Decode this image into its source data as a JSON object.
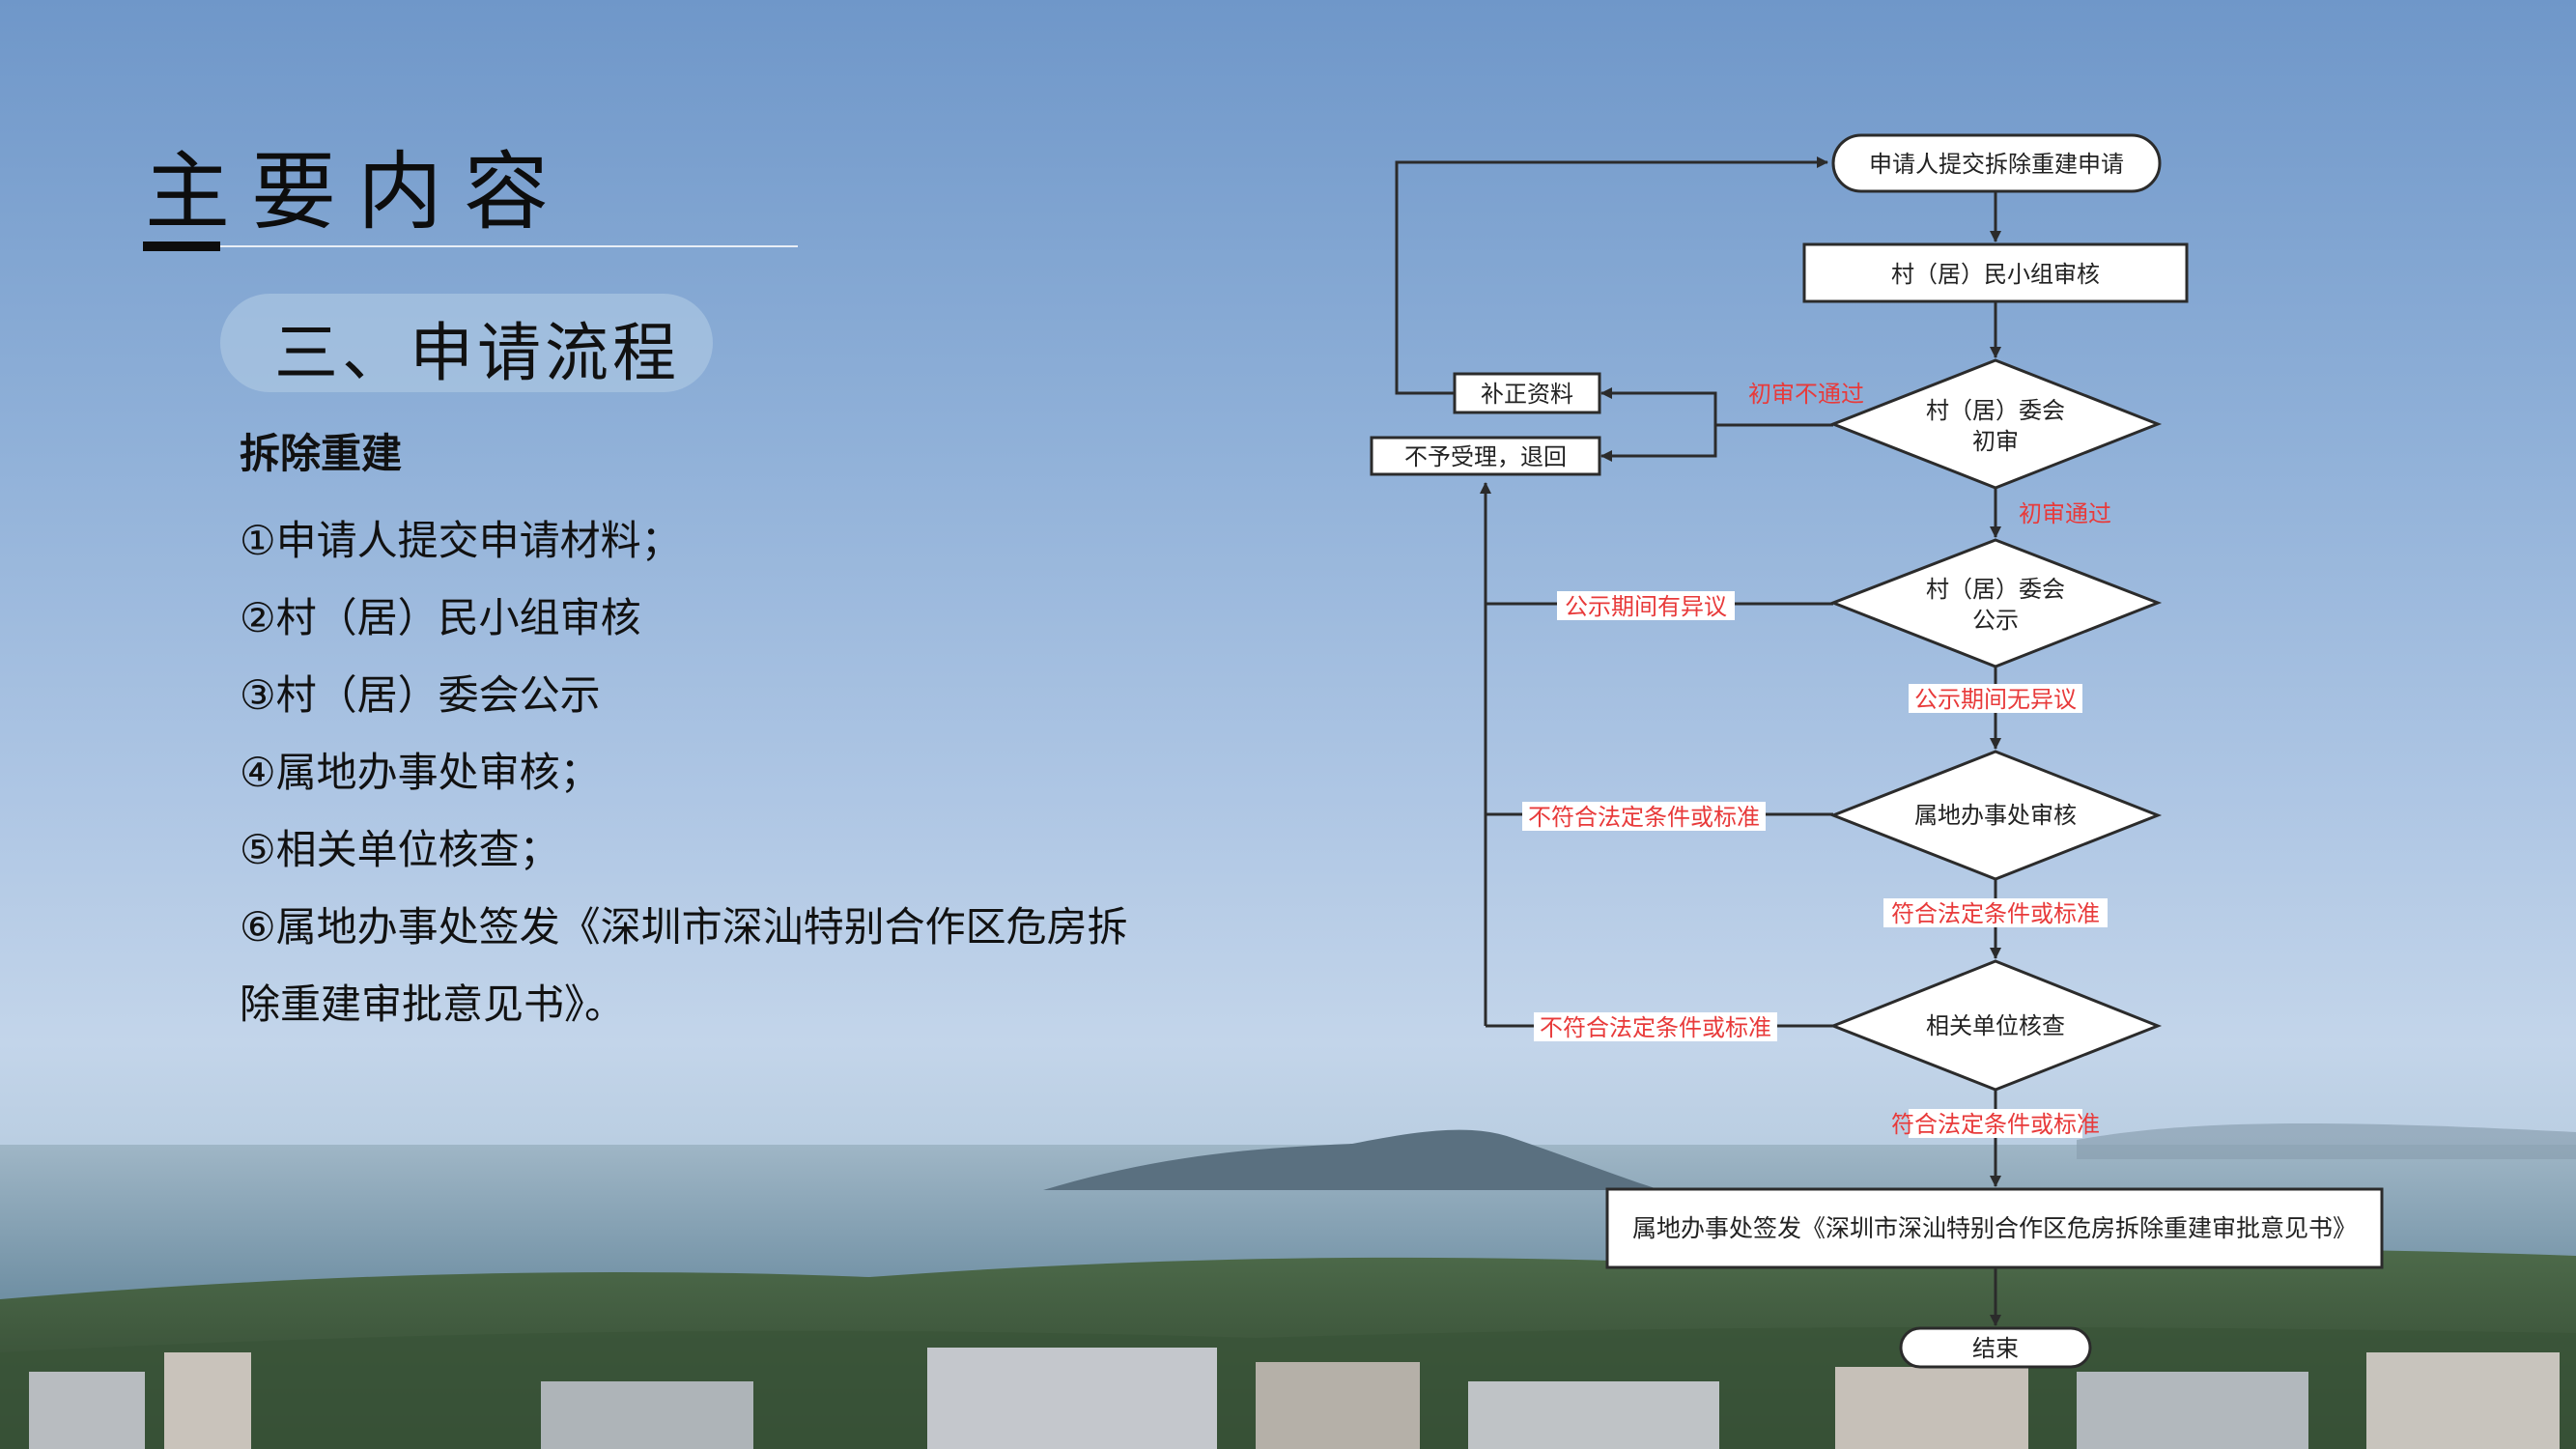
{
  "page": {
    "title": "主要内容",
    "subtitle": "三、申请流程",
    "section_label": "拆除重建",
    "steps": [
      "①申请人提交申请材料；",
      "②村（居）民小组审核",
      "③村（居）委会公示",
      "④属地办事处审核；",
      "⑤相关单位核查；",
      "⑥属地办事处签发《深圳市深汕特别合作区危房拆除重建审批意见书》。"
    ]
  },
  "flowchart": {
    "nodes": {
      "start": "申请人提交拆除重建申请",
      "group_review": "村（居）民小组审核",
      "committee_initial_l1": "村（居）委会",
      "committee_initial_l2": "初审",
      "committee_public_l1": "村（居）委会",
      "committee_public_l2": "公示",
      "office_review": "属地办事处审核",
      "unit_check": "相关单位核查",
      "issue": "属地办事处签发《深圳市深汕特别合作区危房拆除重建审批意见书》",
      "end": "结束",
      "supplement": "补正资料",
      "reject": "不予受理，退回"
    },
    "labels": {
      "initial_fail": "初审不通过",
      "initial_pass": "初审通过",
      "public_objection": "公示期间有异议",
      "public_no_objection": "公示期间无异议",
      "office_fail": "不符合法定条件或标准",
      "office_pass": "符合法定条件或标准",
      "unit_fail": "不符合法定条件或标准",
      "unit_pass": "符合法定条件或标准"
    }
  },
  "colors": {
    "flow_line": "#2b2b2b",
    "warn_text": "#e83a3a",
    "node_fill": "#ffffff"
  }
}
